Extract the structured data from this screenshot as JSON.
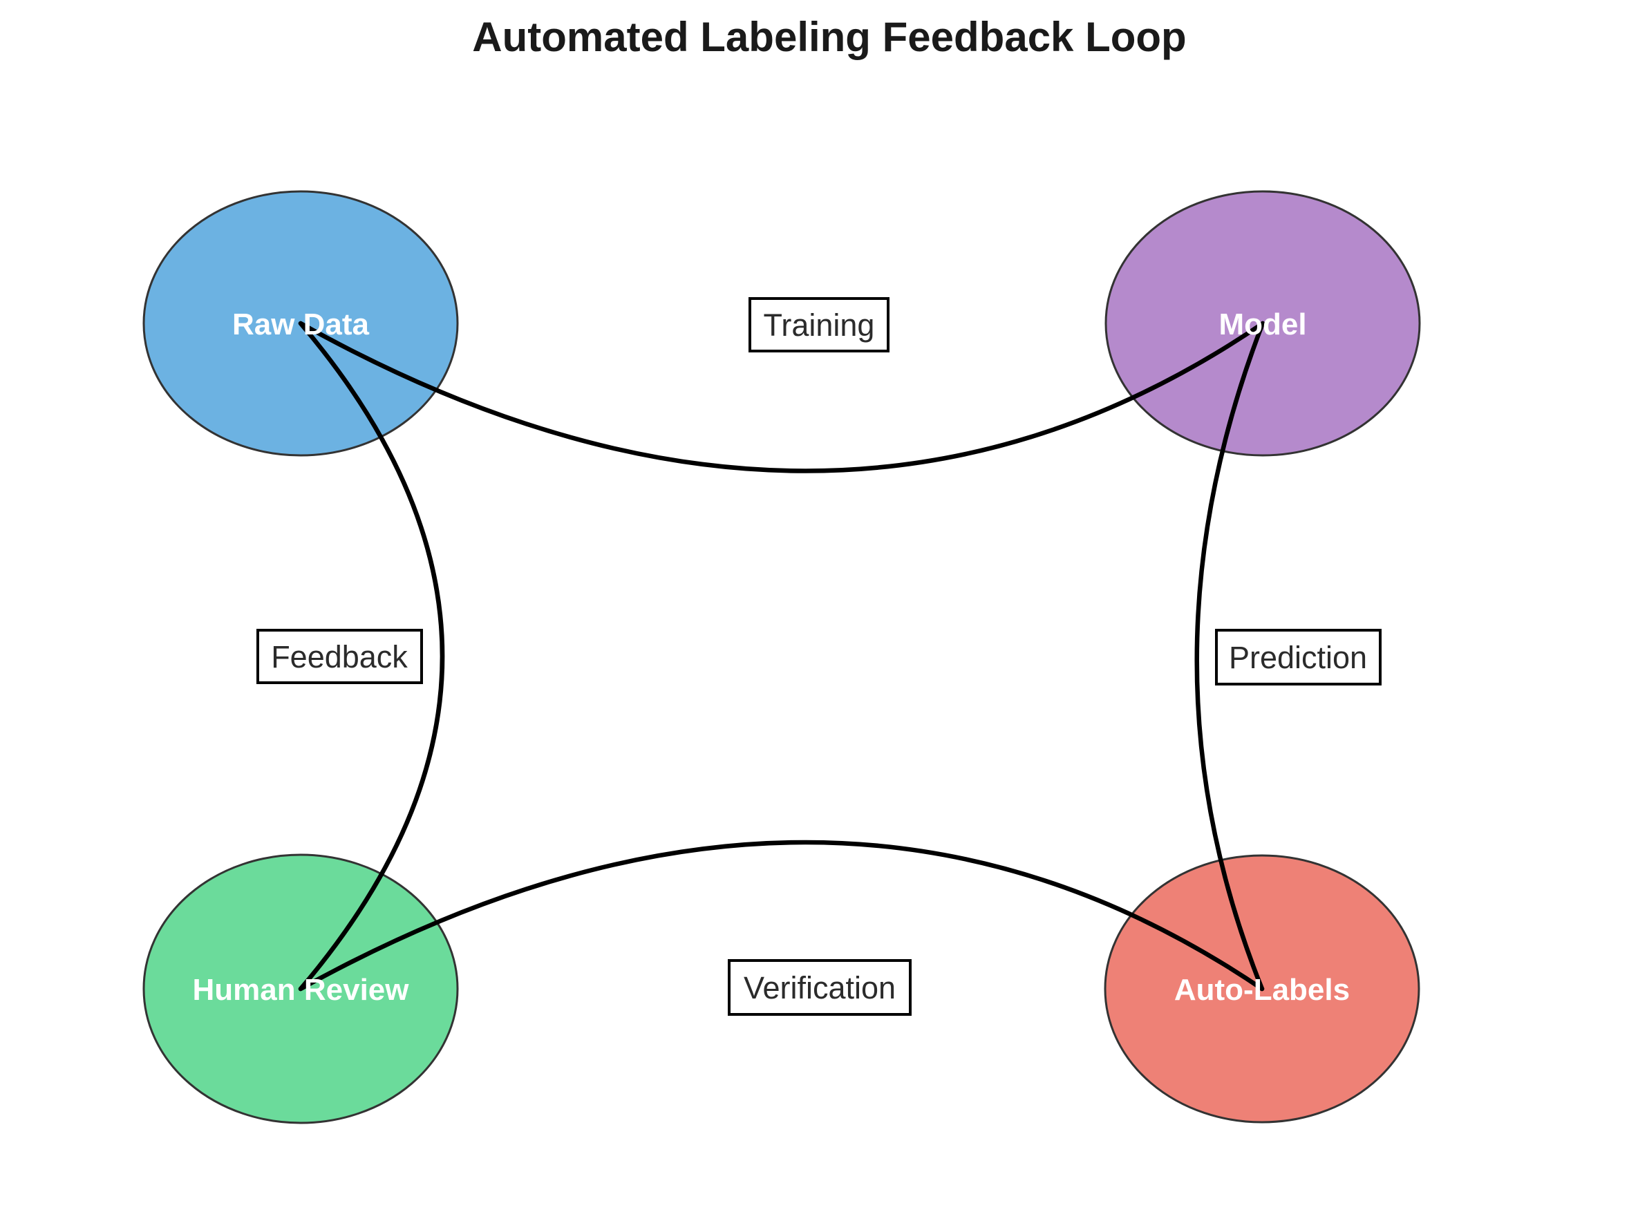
{
  "title": "Automated Labeling Feedback Loop",
  "colors": {
    "background": "#ffffff",
    "node_border": "#333333",
    "edge_line": "#000000",
    "label_box_fill": "#ffffff",
    "label_box_border": "#000000",
    "edge_label_text": "#2b2b2b",
    "node_text": "#ffffff",
    "title_text": "#1a1a1a"
  },
  "nodes": [
    {
      "id": "raw-data",
      "label": "Raw Data",
      "color": "#6cb2e2"
    },
    {
      "id": "model",
      "label": "Model",
      "color": "#b58acc"
    },
    {
      "id": "human-review",
      "label": "Human Review",
      "color": "#6bdb9b"
    },
    {
      "id": "auto-labels",
      "label": "Auto-Labels",
      "color": "#ee8176"
    }
  ],
  "edges": [
    {
      "from": "raw-data",
      "to": "model",
      "label": "Training"
    },
    {
      "from": "model",
      "to": "auto-labels",
      "label": "Prediction"
    },
    {
      "from": "auto-labels",
      "to": "human-review",
      "label": "Verification"
    },
    {
      "from": "human-review",
      "to": "raw-data",
      "label": "Feedback"
    }
  ]
}
